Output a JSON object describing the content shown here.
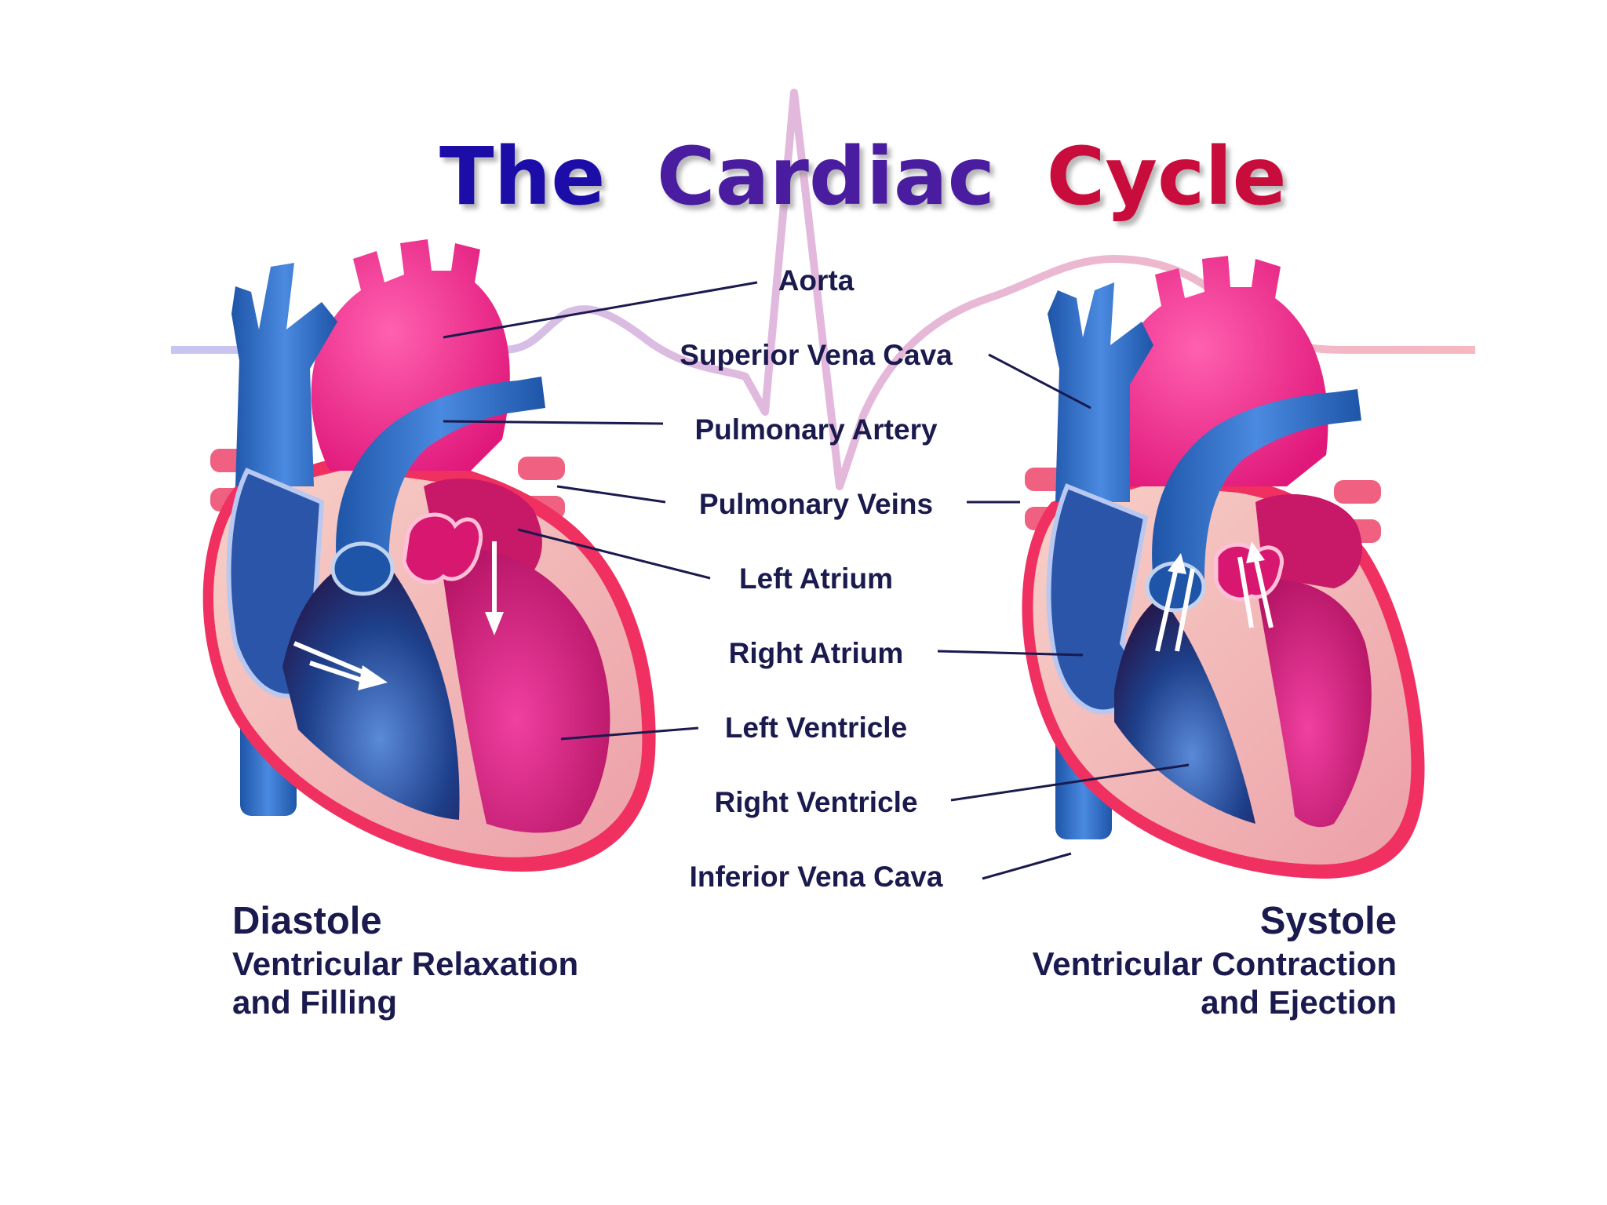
{
  "title": {
    "part1": "The",
    "part2": "Cardiac",
    "part3": "Cycle",
    "colors": [
      "#1e10a8",
      "#5a1a9a",
      "#c01040"
    ]
  },
  "labels": [
    {
      "id": "aorta",
      "text": "Aorta"
    },
    {
      "id": "superior-vena-cava",
      "text": "Superior Vena Cava"
    },
    {
      "id": "pulmonary-artery",
      "text": "Pulmonary Artery"
    },
    {
      "id": "pulmonary-veins",
      "text": "Pulmonary Veins"
    },
    {
      "id": "left-atrium",
      "text": "Left Atrium"
    },
    {
      "id": "right-atrium",
      "text": "Right Atrium"
    },
    {
      "id": "left-ventricle",
      "text": "Left Ventricle"
    },
    {
      "id": "right-ventricle",
      "text": "Right Ventricle"
    },
    {
      "id": "inferior-vena-cava",
      "text": "Inferior Vena Cava"
    }
  ],
  "left_caption": {
    "heading": "Diastole",
    "line1": "Ventricular Relaxation",
    "line2": "and Filling"
  },
  "right_caption": {
    "heading": "Systole",
    "line1": "Ventricular Contraction",
    "line2": "and Ejection"
  },
  "colors": {
    "vessel_blue": "#2e6fc4",
    "heart_pink": "#e8207a",
    "ventricle_magenta": "#d01870",
    "muscle_pink": "#f2b8b8",
    "outline_red": "#f03060",
    "ecg_lavender": "#d8b8e0",
    "text_navy": "#1a1a4e"
  }
}
